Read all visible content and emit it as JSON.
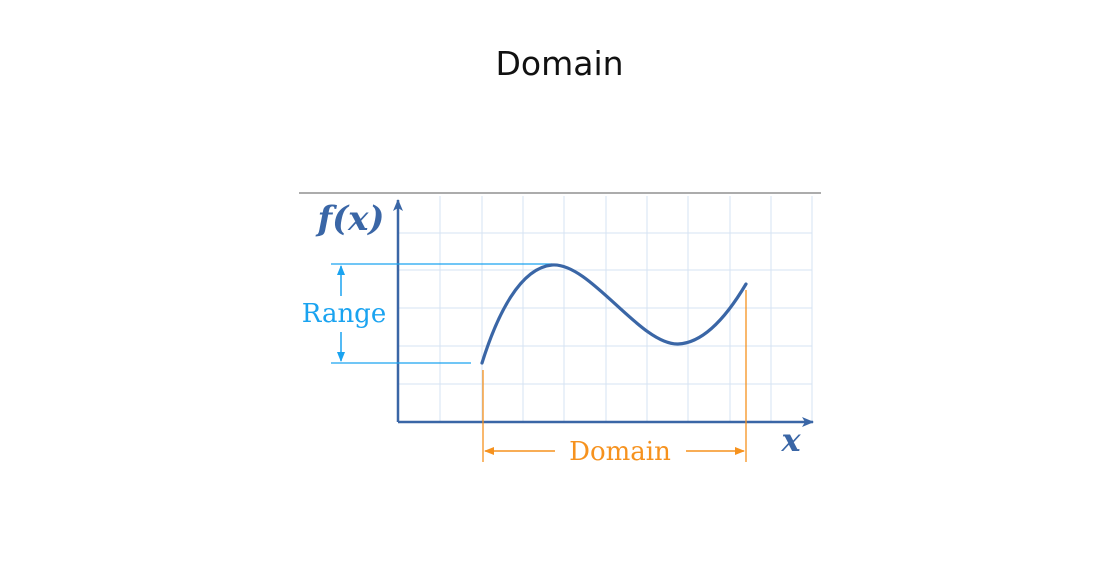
{
  "title": "Domain",
  "diagram": {
    "y_axis_label": "f(x)",
    "x_axis_label": "x",
    "range_label": "Range",
    "domain_label": "Domain",
    "colors": {
      "axis": "#3a66a6",
      "curve": "#3a66a6",
      "range": "#1aa3f0",
      "domain": "#f6921e",
      "grid": "#d6e3f3"
    }
  }
}
